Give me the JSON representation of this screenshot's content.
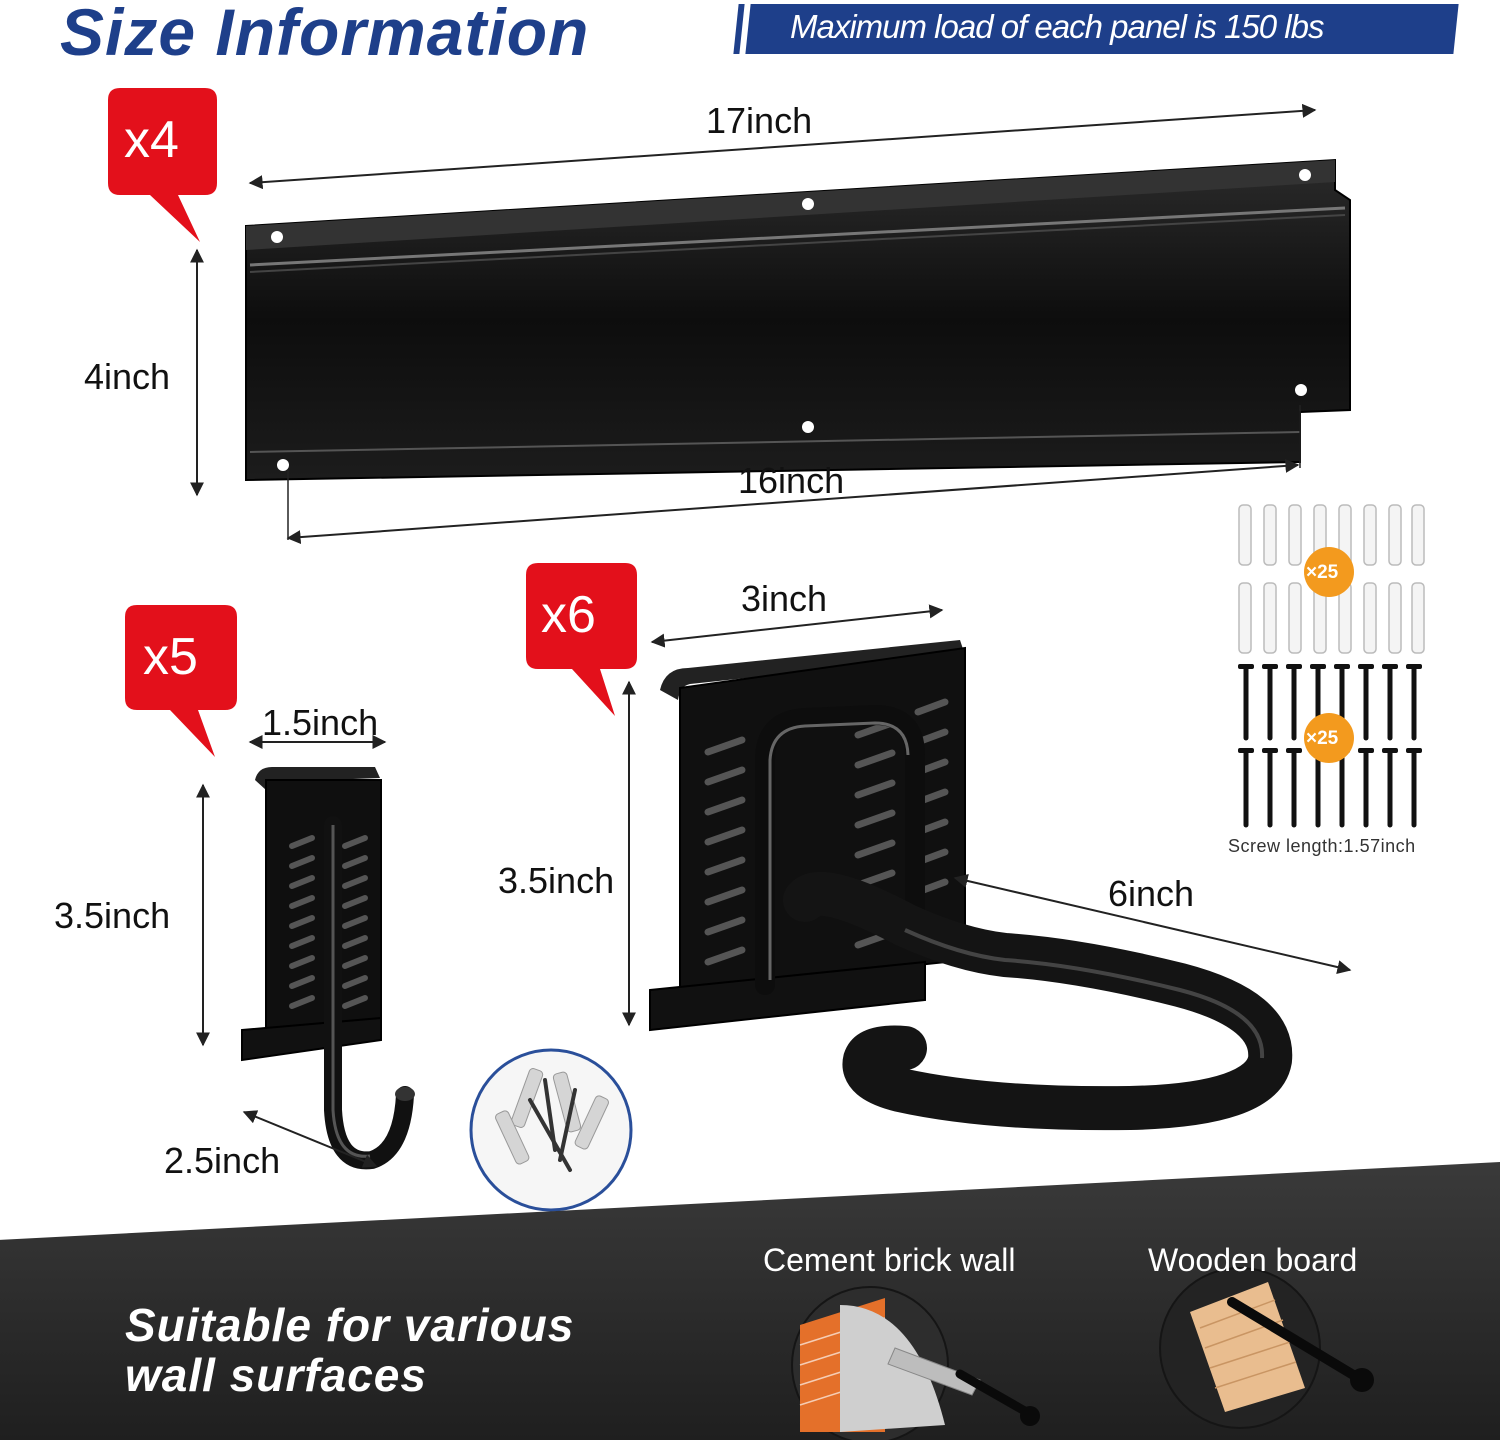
{
  "header": {
    "title": "Size Information",
    "banner": "Maximum load of each panel is 150 lbs"
  },
  "panel": {
    "quantity": "x4",
    "length_top": "17inch",
    "length_bottom": "16inch",
    "height": "4inch"
  },
  "small_hook": {
    "quantity": "x5",
    "width": "1.5inch",
    "height": "3.5inch",
    "depth": "2.5inch"
  },
  "large_hook": {
    "quantity": "x6",
    "width": "3inch",
    "height": "3.5inch",
    "depth": "6inch"
  },
  "hardware": {
    "anchors_count": "×25",
    "screws_count": "×25",
    "screw_note": "Screw length:1.57inch"
  },
  "surfaces": {
    "title_line1": "Suitable for various",
    "title_line2": "wall surfaces",
    "cement_label": "Cement brick wall",
    "wood_label": "Wooden board"
  },
  "colors": {
    "brand_blue": "#1e3f8a",
    "badge_red": "#e3101b",
    "count_orange": "#f39a1e"
  }
}
